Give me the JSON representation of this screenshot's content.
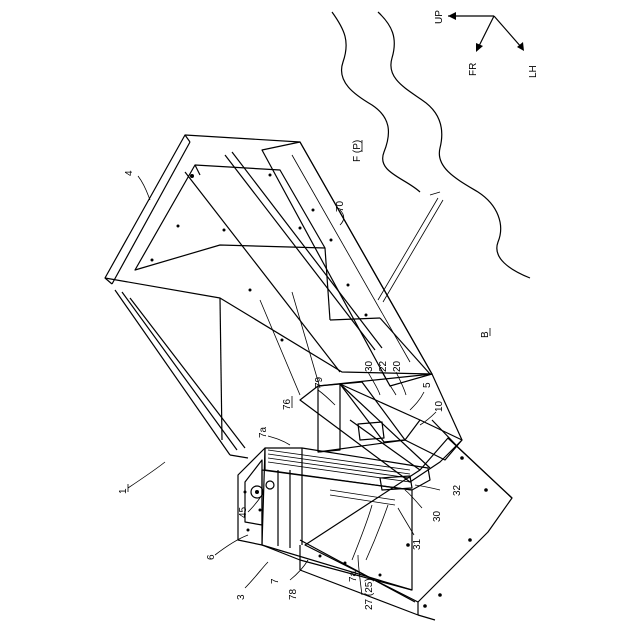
{
  "figure": {
    "labels": {
      "l1": "1",
      "l3": "3",
      "l4": "4",
      "l5": "5",
      "l6": "6",
      "l7": "7",
      "l7a_top": "7a",
      "l7a_bottom": "7a",
      "l10": "10",
      "l20": "20",
      "l22": "22",
      "l27": "27 (25)",
      "l30_top": "30",
      "l30_bottom": "30",
      "l31": "31",
      "l32": "32",
      "l45": "45",
      "l70": "70",
      "l76": "76",
      "l78": "78",
      "l79": "79",
      "fp": "F (P)",
      "b": "B"
    },
    "directions": {
      "up": "UP",
      "fr": "FR",
      "lh": "LH"
    }
  }
}
